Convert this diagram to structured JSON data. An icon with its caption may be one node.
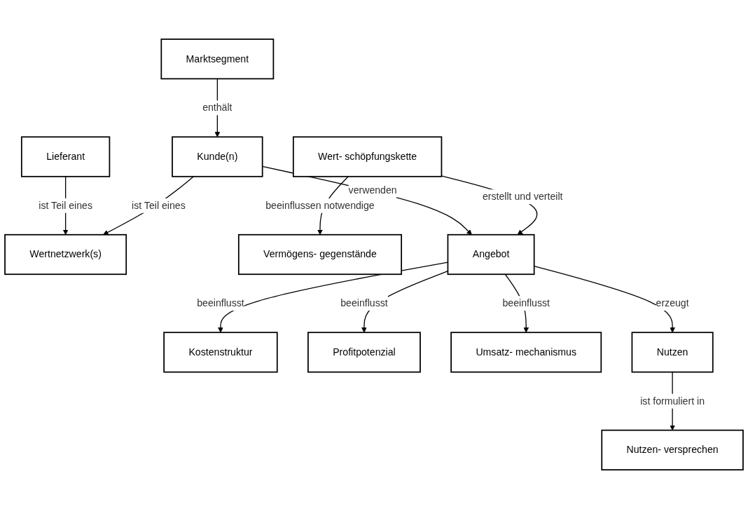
{
  "diagram": {
    "nodes": [
      {
        "text": [
          "Marktsegment"
        ]
      },
      {
        "text": [
          "Lieferant"
        ]
      },
      {
        "text": [
          "Vermögens- gegenstände"
        ]
      },
      {
        "text": [
          "Kunde(n)"
        ]
      },
      {
        "text": [
          "Wertnetzwerk(s)"
        ]
      },
      {
        "text": [
          "Wert- schöpfungskette"
        ]
      },
      {
        "text": [
          "Angebot"
        ]
      },
      {
        "text": [
          "Nutzen"
        ]
      },
      {
        "text": [
          "Nutzen- versprechen"
        ]
      },
      {
        "text": [
          "Kostenstruktur"
        ]
      },
      {
        "text": [
          "Profitpotenzial"
        ]
      },
      {
        "text": [
          "Umsatz- mechanismus"
        ]
      }
    ],
    "edges": [
      {
        "from": 0,
        "to": 3,
        "arrow": "to",
        "label": "enthält"
      },
      {
        "from": 1,
        "to": 4,
        "arrow": "to",
        "label": "ist Teil eines"
      },
      {
        "from": 3,
        "to": 4,
        "arrow": "to",
        "label": "ist Teil eines"
      },
      {
        "from": 5,
        "to": 2,
        "arrow": "to",
        "label": "beeinflussen notwendige"
      },
      {
        "from": 3,
        "to": 6,
        "arrow": "to",
        "label": "verwenden"
      },
      {
        "from": 5,
        "to": 6,
        "arrow": "to",
        "label": "erstellt und verteilt"
      },
      {
        "from": 6,
        "to": 7,
        "arrow": "to",
        "label": "erzeugt"
      },
      {
        "from": 7,
        "to": 8,
        "arrow": "to",
        "label": "ist formuliert in"
      },
      {
        "from": 6,
        "to": 9,
        "arrow": "to",
        "label": "beeinflusst"
      },
      {
        "from": 6,
        "to": 10,
        "arrow": "to",
        "label": "beeinflusst"
      },
      {
        "from": 6,
        "to": 11,
        "arrow": "to",
        "label": "beeinflusst"
      }
    ]
  }
}
